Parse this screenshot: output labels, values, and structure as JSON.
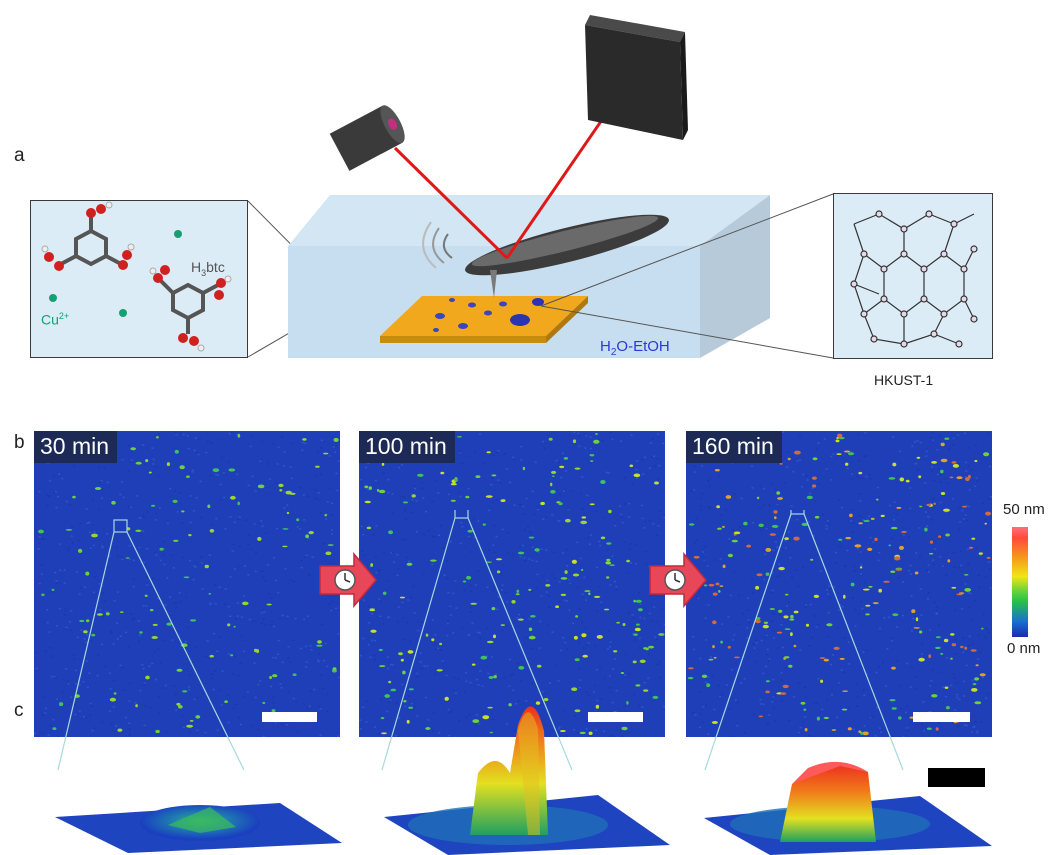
{
  "panels": {
    "a": "a",
    "b": "b",
    "c": "c"
  },
  "scheme": {
    "left_inset": {
      "cu_label": "Cu",
      "cu_charge": "2+",
      "linker_label_pre": "H",
      "linker_label_sub": "3",
      "linker_label_post": "btc"
    },
    "solvent_pre": "H",
    "solvent_sub": "2",
    "solvent_post": "O-EtOH",
    "framework_label": "HKUST-1"
  },
  "afm": [
    {
      "time_label": "30 min"
    },
    {
      "time_label": "100 min"
    },
    {
      "time_label": "160 min"
    }
  ],
  "colorbar": {
    "max_label": "50 nm",
    "min_label": "0 nm"
  },
  "colors": {
    "liquid": "#c7def0",
    "substrate": "#f2a81c",
    "laser": "#e01818",
    "afm_background": "#1f3fb8",
    "time_label_bg": "#1c2a55",
    "arrow": "#e8475a"
  },
  "icons": [
    "clock-icon",
    "arrow-right-icon"
  ]
}
